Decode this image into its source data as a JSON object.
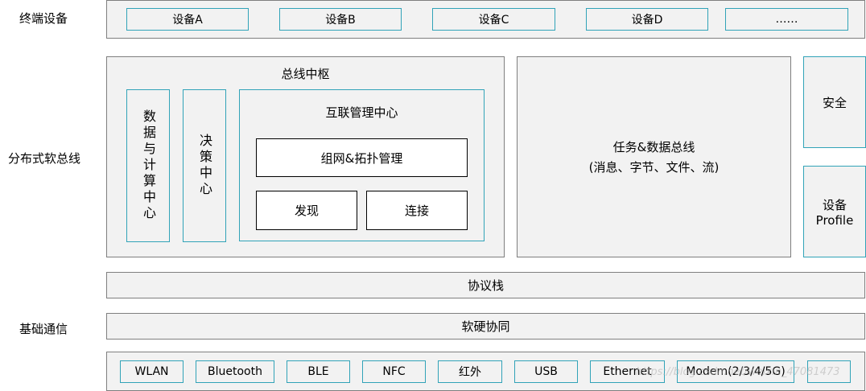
{
  "layers": {
    "terminal": "终端设备",
    "softbus": "分布式软总线",
    "basic_comm": "基础通信"
  },
  "devices": [
    "设备A",
    "设备B",
    "设备C",
    "设备D",
    "……"
  ],
  "bus_hub": {
    "title": "总线中枢",
    "data_compute": "数据与计算中心",
    "decision": "决策中心",
    "interconnect": {
      "title": "互联管理中心",
      "networking": "组网&拓扑管理",
      "discovery": "发现",
      "connection": "连接"
    }
  },
  "task_bus": {
    "title": "任务&数据总线",
    "subtitle": "(消息、字节、文件、流)"
  },
  "security": "安全",
  "device_profile": {
    "line1": "设备",
    "line2": "Profile"
  },
  "protocol_stack": "协议栈",
  "hw_sw_coop": "软硬协同",
  "connectivity": [
    "WLAN",
    "Bluetooth",
    "BLE",
    "NFC",
    "红外",
    "USB",
    "Ethernet",
    "Modem(2/3/4/5G)",
    ""
  ],
  "watermark": "https://blog.csdn.net/weixin_47081473"
}
